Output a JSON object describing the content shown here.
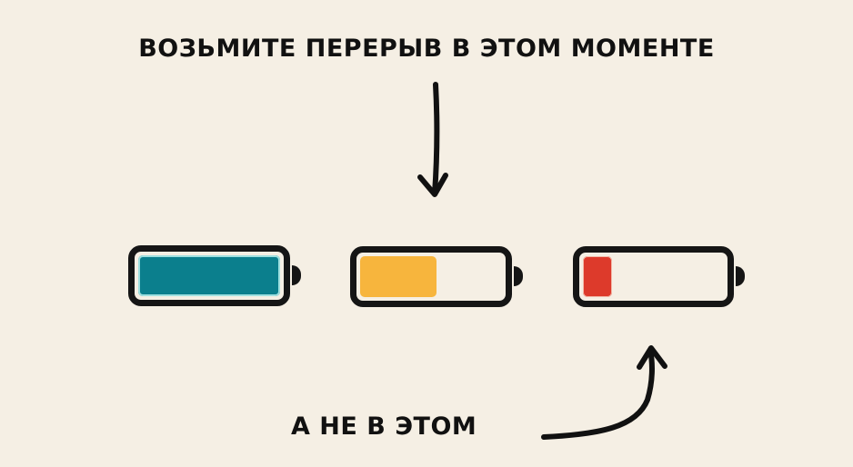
{
  "headline": "ВОЗЬМИТЕ ПЕРЕРЫВ В ЭТОМ МОМЕНТЕ",
  "bottom_label": "А НЕ В ЭТОМ",
  "colors": {
    "background": "#f5efe4",
    "outline": "#151515",
    "full": "#0b7f8d",
    "medium": "#f7b53d",
    "low": "#dd3a2b"
  },
  "batteries": [
    {
      "level": "full",
      "fill_percent": 100,
      "color": "#0b7f8d"
    },
    {
      "level": "medium",
      "fill_percent": 50,
      "color": "#f7b53d"
    },
    {
      "level": "low",
      "fill_percent": 20,
      "color": "#dd3a2b"
    }
  ],
  "icons": {
    "top_arrow": "arrow-down-icon",
    "bottom_arrow": "curved-arrow-up-icon"
  }
}
